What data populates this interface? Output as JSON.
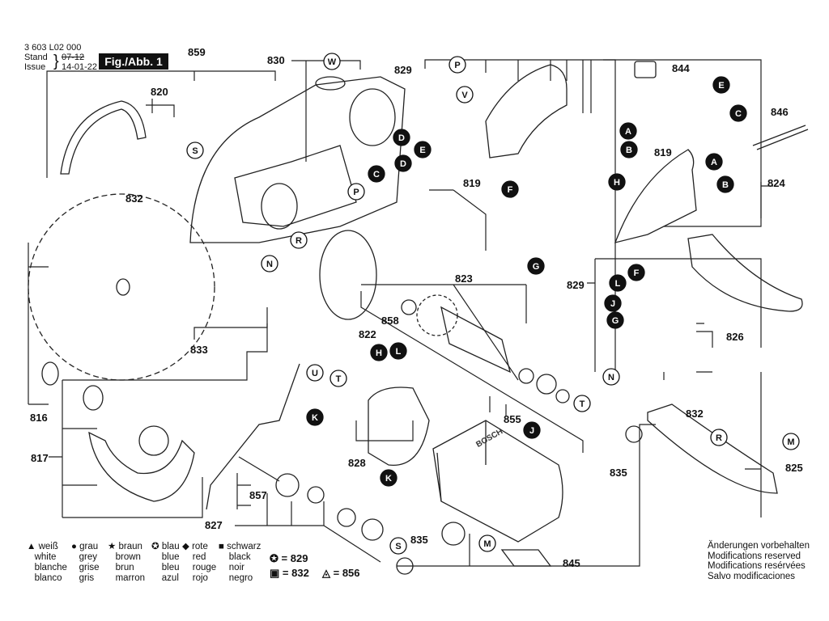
{
  "header": {
    "document_number": "3 603 L02 000",
    "stand_label": "Stand",
    "issue_label": "Issue",
    "stand_value_struck": "07-12",
    "issue_value": "14-01-22",
    "figure_label": "Fig./Abb. 1"
  },
  "part_numbers": [
    {
      "id": "859",
      "label": "859"
    },
    {
      "id": "830",
      "label": "830"
    },
    {
      "id": "829a",
      "label": "829"
    },
    {
      "id": "820",
      "label": "820"
    },
    {
      "id": "844",
      "label": "844"
    },
    {
      "id": "846",
      "label": "846"
    },
    {
      "id": "832a",
      "label": "832"
    },
    {
      "id": "819a",
      "label": "819"
    },
    {
      "id": "819b",
      "label": "819"
    },
    {
      "id": "824",
      "label": "824"
    },
    {
      "id": "823",
      "label": "823"
    },
    {
      "id": "829b",
      "label": "829"
    },
    {
      "id": "858",
      "label": "858"
    },
    {
      "id": "822",
      "label": "822"
    },
    {
      "id": "826",
      "label": "826"
    },
    {
      "id": "833",
      "label": "833"
    },
    {
      "id": "816",
      "label": "816"
    },
    {
      "id": "817",
      "label": "817"
    },
    {
      "id": "828",
      "label": "828"
    },
    {
      "id": "855",
      "label": "855"
    },
    {
      "id": "832b",
      "label": "832"
    },
    {
      "id": "835a",
      "label": "835"
    },
    {
      "id": "825",
      "label": "825"
    },
    {
      "id": "857",
      "label": "857"
    },
    {
      "id": "827",
      "label": "827"
    },
    {
      "id": "835b",
      "label": "835"
    },
    {
      "id": "845",
      "label": "845"
    }
  ],
  "callouts_outline": [
    "W",
    "P",
    "V",
    "S",
    "P",
    "R",
    "N",
    "U",
    "T",
    "T",
    "N",
    "R",
    "M",
    "M",
    "S"
  ],
  "callouts_filled": [
    "D",
    "E",
    "D",
    "C",
    "E",
    "C",
    "A",
    "B",
    "A",
    "B",
    "F",
    "H",
    "G",
    "F",
    "L",
    "J",
    "G",
    "H",
    "L",
    "K",
    "J",
    "K"
  ],
  "color_legend": [
    {
      "symbol": "triangle",
      "de": "weiß",
      "en": "white",
      "fr": "blanche",
      "es": "blanco"
    },
    {
      "symbol": "dot",
      "de": "grau",
      "en": "grey",
      "fr": "grise",
      "es": "gris"
    },
    {
      "symbol": "star",
      "de": "braun",
      "en": "brown",
      "fr": "brun",
      "es": "marron"
    },
    {
      "symbol": "star-circle",
      "de": "blau",
      "en": "blue",
      "fr": "bleu",
      "es": "azul"
    },
    {
      "symbol": "diamond",
      "de": "rote",
      "en": "red",
      "fr": "rouge",
      "es": "rojo"
    },
    {
      "symbol": "square",
      "de": "schwarz",
      "en": "black",
      "fr": "noir",
      "es": "negro"
    }
  ],
  "kit_equivalences": [
    {
      "symbol": "star-circle",
      "text": "= 829"
    },
    {
      "symbol": "square-circle",
      "text": "= 832"
    },
    {
      "symbol": "triangle-circle",
      "text": "= 856"
    }
  ],
  "modifications_notice": [
    "Änderungen vorbehalten",
    "Modifications reserved",
    "Modifications resérvées",
    "Salvo modificaciones"
  ],
  "brand_mark": "BOSCH"
}
